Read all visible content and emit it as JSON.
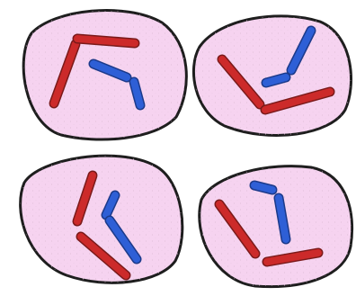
{
  "colors": {
    "background": "#ffffff",
    "cell_fill": "#f6d3f0",
    "cell_outline": "#1e1e1e",
    "chromosome_red": "#cc2a2a",
    "chromosome_red_outline": "#7a1a1a",
    "chromosome_blue": "#2e5fd6",
    "chromosome_blue_outline": "#1c3a8a"
  },
  "cells": [
    {
      "id": "cell-top-left",
      "red_count": 2,
      "blue_count": 2
    },
    {
      "id": "cell-top-right",
      "red_count": 2,
      "blue_count": 2
    },
    {
      "id": "cell-bottom-left",
      "red_count": 2,
      "blue_count": 2
    },
    {
      "id": "cell-bottom-right",
      "red_count": 2,
      "blue_count": 2
    }
  ]
}
